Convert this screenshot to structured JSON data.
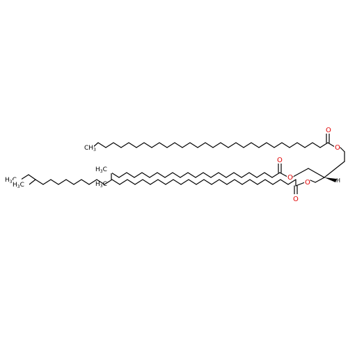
{
  "structure": {
    "oxygen_label": "O",
    "methyl_label": "H",
    "methyl_c_label": "C",
    "methyl_sub": "3",
    "chiral_h_label": "H",
    "colors": {
      "oxygen": "#e00000",
      "bond": "#000000"
    },
    "chains": [
      {
        "name": "chain-top",
        "terminal": "CH3"
      },
      {
        "name": "chain-middle",
        "terminal": "CH3 / CH3 (isopropyl)"
      },
      {
        "name": "chain-bottom",
        "terminal": "H3C-CH2 (branched)"
      }
    ]
  }
}
